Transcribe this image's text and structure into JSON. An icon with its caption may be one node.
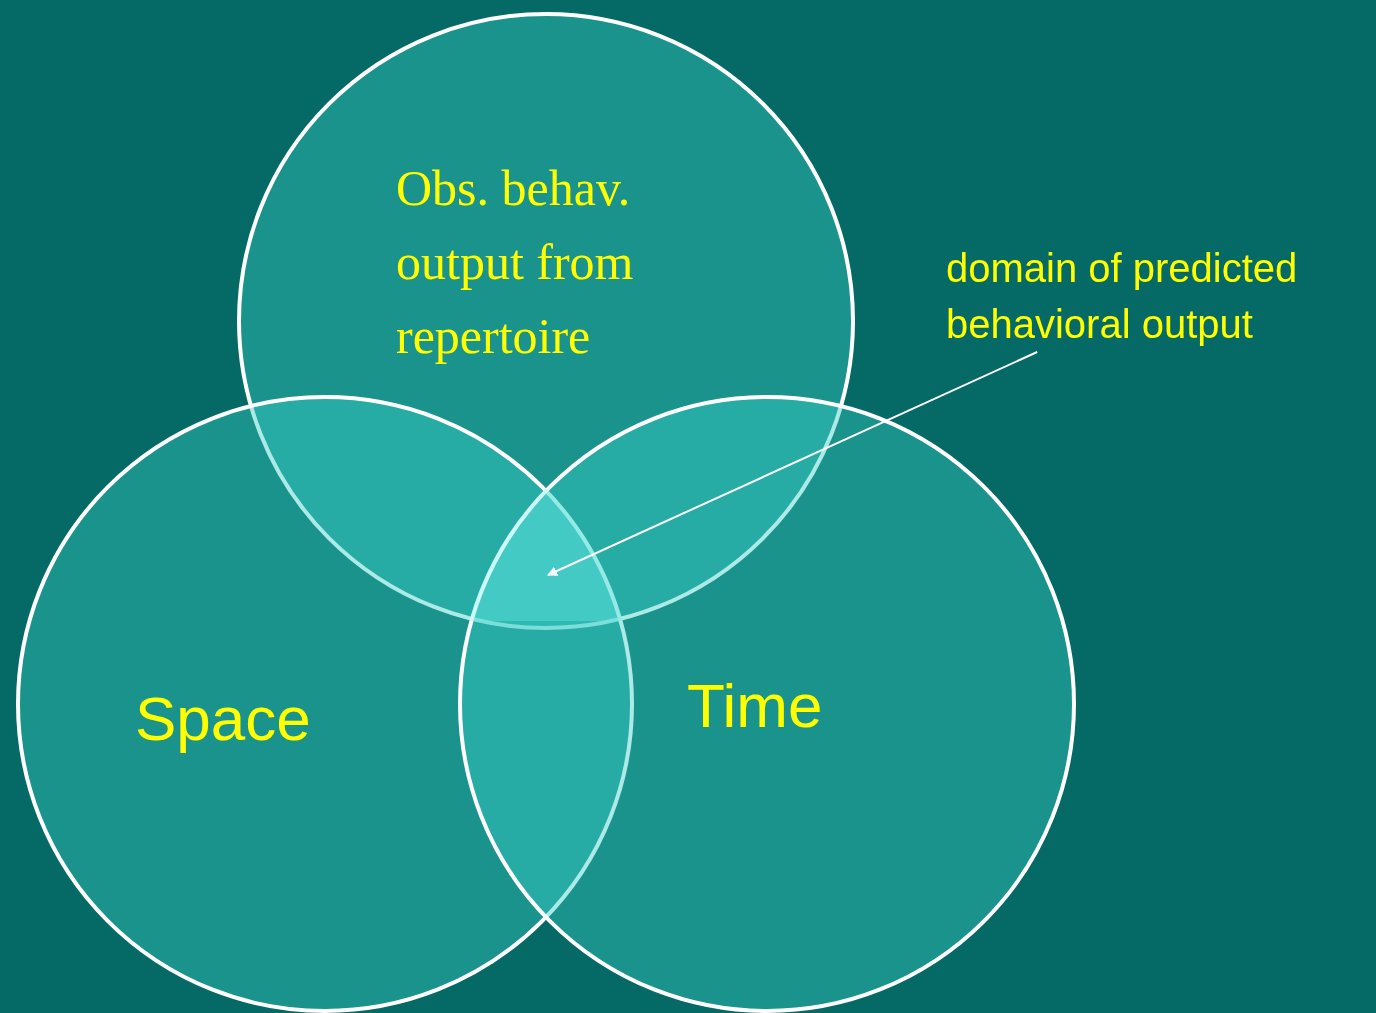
{
  "diagram": {
    "nodes": [
      {
        "text": [
          "Obs. behav. output from repertoire"
        ]
      },
      {
        "text": [
          "Space"
        ]
      },
      {
        "text": [
          "Time"
        ]
      },
      {
        "text": [
          "domain of predicted behavioral output"
        ]
      },
      {
        "text": [],
        "shape": "triangle"
      }
    ],
    "edges": [
      {
        "from": 3,
        "to": 4,
        "arrow": "to"
      }
    ]
  }
}
